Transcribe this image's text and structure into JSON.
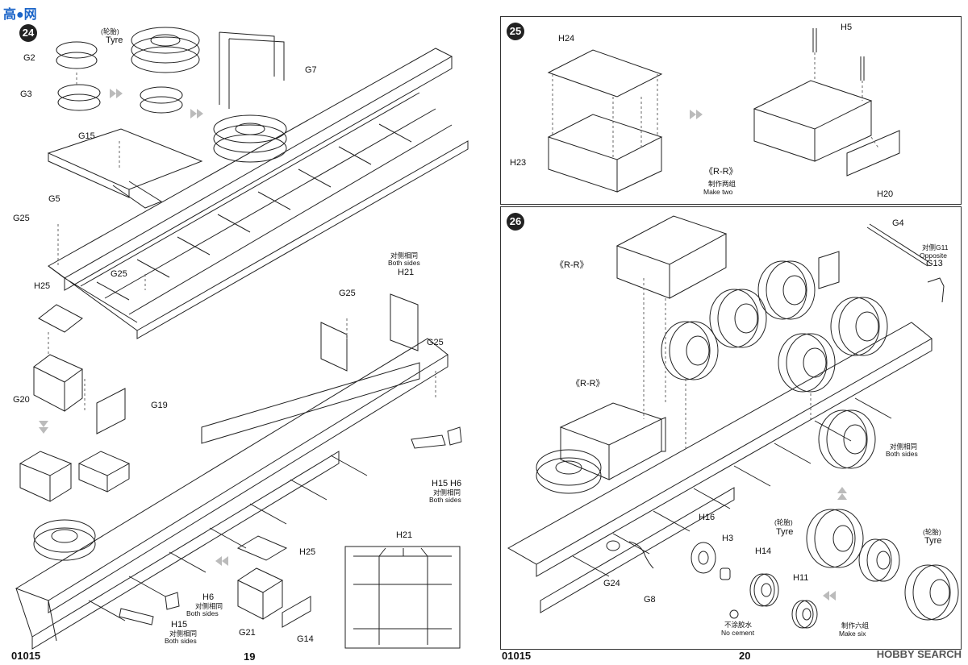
{
  "watermark_top": "高●网",
  "watermark_bottom": "HOBBY SEARCH",
  "left_page": {
    "step": "24",
    "footer_code": "01015",
    "page_number": "19",
    "labels": {
      "tyre_cn": "(轮胎)",
      "tyre_en": "Tyre",
      "g2": "G2",
      "g3": "G3",
      "g7": "G7",
      "g15": "G15",
      "g5": "G5",
      "g25a": "G25",
      "g25b": "G25",
      "g25c": "G25",
      "g25d": "G25",
      "h25a": "H25",
      "g20": "G20",
      "g19": "G19",
      "h21_cn": "对侧相同",
      "h21_en": "Both sides",
      "h21": "H21",
      "h15": "H15",
      "h6": "H6",
      "h15h6_cn": "对侧相同",
      "h15h6_en": "Both sides",
      "h21b": "H21",
      "h25b": "H25",
      "h6b": "H6",
      "h6b_cn": "对侧相同",
      "h6b_en": "Both sides",
      "h15b": "H15",
      "h15b_cn": "对侧相同",
      "h15b_en": "Both sides",
      "g21": "G21",
      "g14": "G14"
    }
  },
  "right_page": {
    "step25": "25",
    "step26": "26",
    "footer_code": "01015",
    "page_number": "20",
    "labels": {
      "h24": "H24",
      "h5": "H5",
      "h23": "H23",
      "h20": "H20",
      "rr_a": "《R-R》",
      "make_two_cn": "制作两组",
      "make_two_en": "Make two",
      "g4": "G4",
      "g11_cn": "对侧G11",
      "g11_en": "Opposite",
      "g13": "G13",
      "rr_b": "《R-R》",
      "rr_c": "《R-R》",
      "both_cn": "对侧相同",
      "both_en": "Both sides",
      "h16": "H16",
      "h3": "H3",
      "h14": "H14",
      "h11": "H11",
      "g24": "G24",
      "g8": "G8",
      "no_cement_cn": "不涂胶水",
      "no_cement_en": "No cement",
      "make_six_cn": "制作六组",
      "make_six_en": "Make six",
      "tyre1_cn": "(轮胎)",
      "tyre1_en": "Tyre",
      "tyre2_cn": "(轮胎)",
      "tyre2_en": "Tyre"
    }
  },
  "colors": {
    "ink": "#222222",
    "frame": "#333333",
    "arrow": "#bbbbbb",
    "watermark": "#1a64c8"
  }
}
